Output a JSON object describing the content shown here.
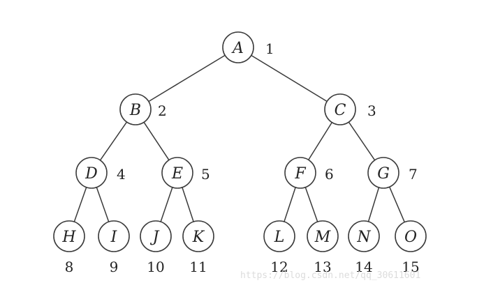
{
  "tree": {
    "nodes": [
      {
        "id": "A",
        "label": "A",
        "number": "1"
      },
      {
        "id": "B",
        "label": "B",
        "number": "2"
      },
      {
        "id": "C",
        "label": "C",
        "number": "3"
      },
      {
        "id": "D",
        "label": "D",
        "number": "4"
      },
      {
        "id": "E",
        "label": "E",
        "number": "5"
      },
      {
        "id": "F",
        "label": "F",
        "number": "6"
      },
      {
        "id": "G",
        "label": "G",
        "number": "7"
      },
      {
        "id": "H",
        "label": "H",
        "number": "8"
      },
      {
        "id": "I",
        "label": "I",
        "number": "9"
      },
      {
        "id": "J",
        "label": "J",
        "number": "10"
      },
      {
        "id": "K",
        "label": "K",
        "number": "11"
      },
      {
        "id": "L",
        "label": "L",
        "number": "12"
      },
      {
        "id": "M",
        "label": "M",
        "number": "13"
      },
      {
        "id": "N",
        "label": "N",
        "number": "14"
      },
      {
        "id": "O",
        "label": "O",
        "number": "15"
      }
    ],
    "edges": [
      [
        "A",
        "B"
      ],
      [
        "A",
        "C"
      ],
      [
        "B",
        "D"
      ],
      [
        "B",
        "E"
      ],
      [
        "C",
        "F"
      ],
      [
        "C",
        "G"
      ],
      [
        "D",
        "H"
      ],
      [
        "D",
        "I"
      ],
      [
        "E",
        "J"
      ],
      [
        "E",
        "K"
      ],
      [
        "F",
        "L"
      ],
      [
        "F",
        "M"
      ],
      [
        "G",
        "N"
      ],
      [
        "G",
        "O"
      ]
    ]
  },
  "watermark": "https://blog.csdn.net/qq_30611601"
}
